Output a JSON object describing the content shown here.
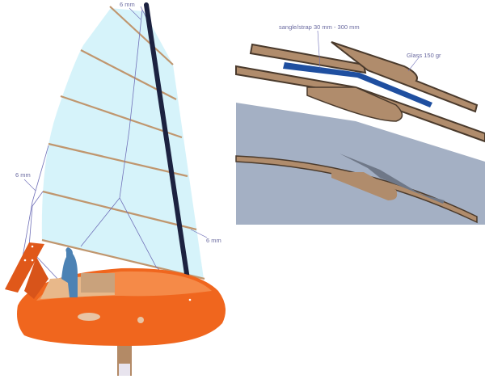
{
  "boat_view": {
    "labels": {
      "top_rope": "6 mm",
      "left_rope": "6 mm",
      "right_rope": "6 mm"
    }
  },
  "detail_view": {
    "labels": {
      "strap": "sangle/strap 30 mm - 300 mm",
      "glass": "Glass 150 gr"
    }
  },
  "colors": {
    "sail": "#d4f2fa",
    "hull": "#f0661e",
    "mast": "#1c2240",
    "wood": "#b08c6c",
    "strap": "#1f4fa0",
    "detail_bg": "#a4b0c4"
  }
}
